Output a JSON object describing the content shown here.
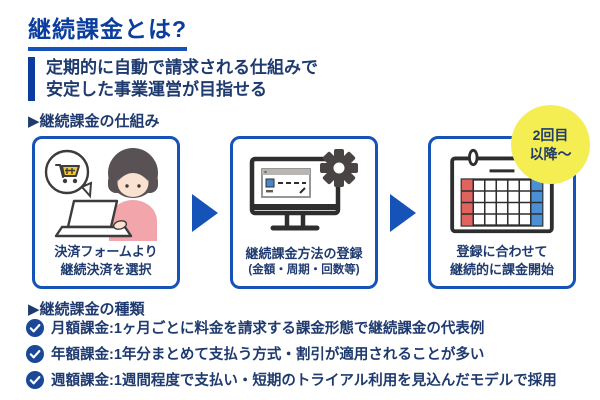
{
  "colors": {
    "title_blue": "#0a3d9e",
    "accent_blue": "#1553b8",
    "navy_text": "#1e3a6e",
    "badge_yellow": "#f4ee52",
    "calendar_red": "#e2625e",
    "calendar_blue": "#4b8fd4",
    "check_blue": "#1a4896",
    "cart_yellow": "#f0c832",
    "sweater_pink": "#f2a5aa"
  },
  "header": {
    "title": "継続課金とは?",
    "lead": [
      "定期的に自動で請求される仕組みで",
      "安定した事業運営が目指せる"
    ]
  },
  "flow": {
    "heading": "▶継続課金の仕組み",
    "badge": [
      "2回目",
      "以降〜"
    ],
    "steps": [
      {
        "icon": "woman-laptop-cart-illustration",
        "lines": [
          "決済フォームより",
          "継続決済を選択"
        ]
      },
      {
        "icon": "monitor-gear-icon",
        "lines": [
          "継続課金方法の登録",
          "(金額・周期・回数等)"
        ]
      },
      {
        "icon": "calendar-icon",
        "lines": [
          "登録に合わせて",
          "継続的に課金開始"
        ]
      }
    ]
  },
  "types": {
    "heading": "▶継続課金の種類",
    "items": [
      "月額課金:1ヶ月ごとに料金を請求する課金形態で継続課金の代表例",
      "年額課金:1年分まとめて支払う方式・割引が適用されることが多い",
      "週額課金:1週間程度で支払い・短期のトライアル利用を見込んだモデルで採用"
    ]
  }
}
